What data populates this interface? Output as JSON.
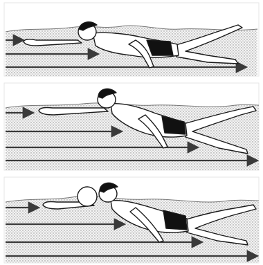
{
  "figure": {
    "panel_count": 3,
    "colors": {
      "ink": "#1a1a1a",
      "water_dots": "#8a8a8a",
      "water_tint": "#f1f1f1",
      "skin": "#ffffff",
      "trunks": "#111111",
      "hair": "#111111",
      "arrow": "#3a3a3a"
    },
    "panels": [
      {
        "name": "stroke-phase-glide",
        "has_breath_bubble": false
      },
      {
        "name": "stroke-phase-pull",
        "has_breath_bubble": false
      },
      {
        "name": "stroke-phase-breath",
        "has_breath_bubble": true
      }
    ]
  }
}
